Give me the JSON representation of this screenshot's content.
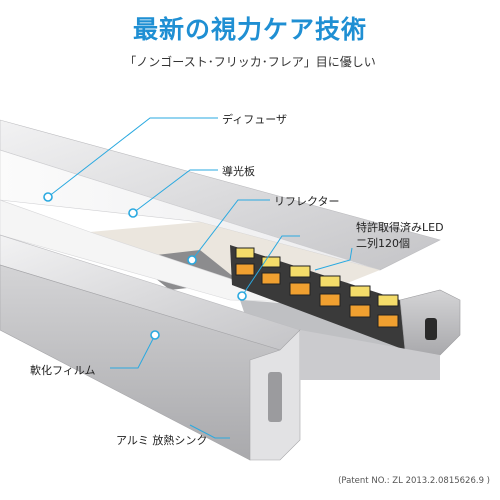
{
  "heading": {
    "title": "最新の視力ケア技術",
    "subtitle": "「ノンゴースト･フリッカ･フレア」目に優しい"
  },
  "labels": {
    "diffuser": "ディフューザ",
    "light_guide": "導光板",
    "reflector": "リフレクター",
    "led_line1": "特許取得済みLED",
    "led_line2": "二列120個",
    "soft_film": "軟化フィルム",
    "heatsink": "アルミ 放熱シンク"
  },
  "footer": {
    "patent": "(Patent  NO.: ZL 2013.2.0815626.9 )"
  },
  "colors": {
    "title_blue": "#1f8fd3",
    "callout_blue": "#2aa9e0",
    "led_warm": "#f0a030",
    "led_cool": "#f4dc6a",
    "led_housing": "#2c2c2c",
    "aluminum": "#d6d6d8"
  }
}
